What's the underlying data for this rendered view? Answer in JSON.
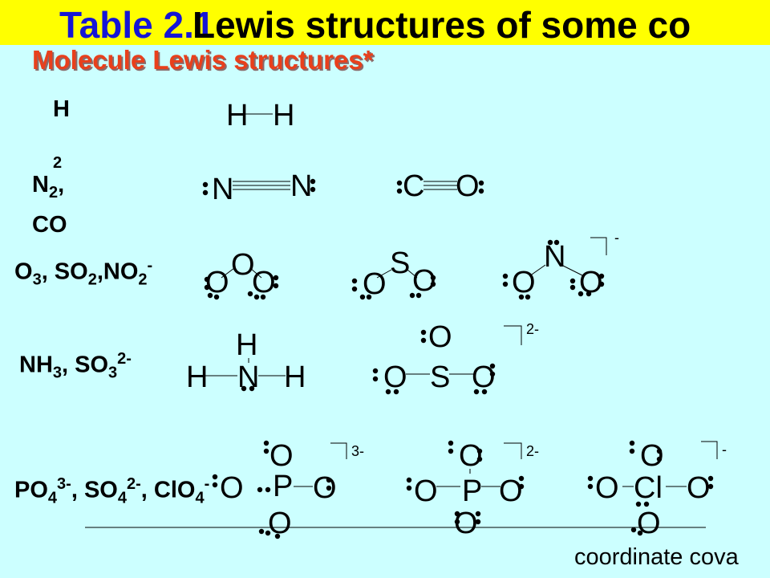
{
  "title": {
    "prefix": "Table  2.1",
    "text": "Lewis structures of some co"
  },
  "subtitle": "Molecule  Lewis structures*",
  "rows": {
    "h2": {
      "formula": "H",
      "subscript": "2"
    },
    "n2co": {
      "line1": "N",
      "line1_sub": "2",
      "line1_suffix": ",",
      "line2": "CO"
    },
    "o3": {
      "p1": "O",
      "s1": "3",
      "p2": ", SO",
      "s2": "2",
      "p3": ",NO",
      "s3": "2",
      "sup3": "-"
    },
    "nh3": {
      "p1": "NH",
      "s1": "3",
      "p2": ", SO",
      "s2": "3",
      "sup2": "2-"
    },
    "po4": {
      "p1": "PO",
      "s1": "4",
      "sup1": "3-",
      "p2": ", SO",
      "s2": "4",
      "sup2": "2-",
      "p3": ", ClO",
      "s3": "4",
      "sup3": "-"
    }
  },
  "structures": {
    "h2": [
      "H",
      "H"
    ],
    "n2": [
      "N",
      "N"
    ],
    "co": [
      "C",
      "O"
    ],
    "o3": [
      "O",
      "O",
      "O"
    ],
    "so2": [
      "S",
      "O",
      "O"
    ],
    "no2": [
      "N",
      "O",
      "O"
    ],
    "no2_charge": "-",
    "nh3": [
      "H",
      "H",
      "N",
      "H"
    ],
    "so3": [
      "O",
      "O",
      "S",
      "O"
    ],
    "so3_charge": "2-",
    "po4": [
      "O",
      "O",
      "P",
      "O",
      "O"
    ],
    "po4_charge": "3-",
    "so4": [
      "O",
      "O",
      "P",
      "O",
      "O"
    ],
    "so4_charge": "2-",
    "clo4": [
      "O",
      "O",
      "Cl",
      "O",
      "O"
    ],
    "clo4_charge": "-"
  },
  "caption": "coordinate cova"
}
